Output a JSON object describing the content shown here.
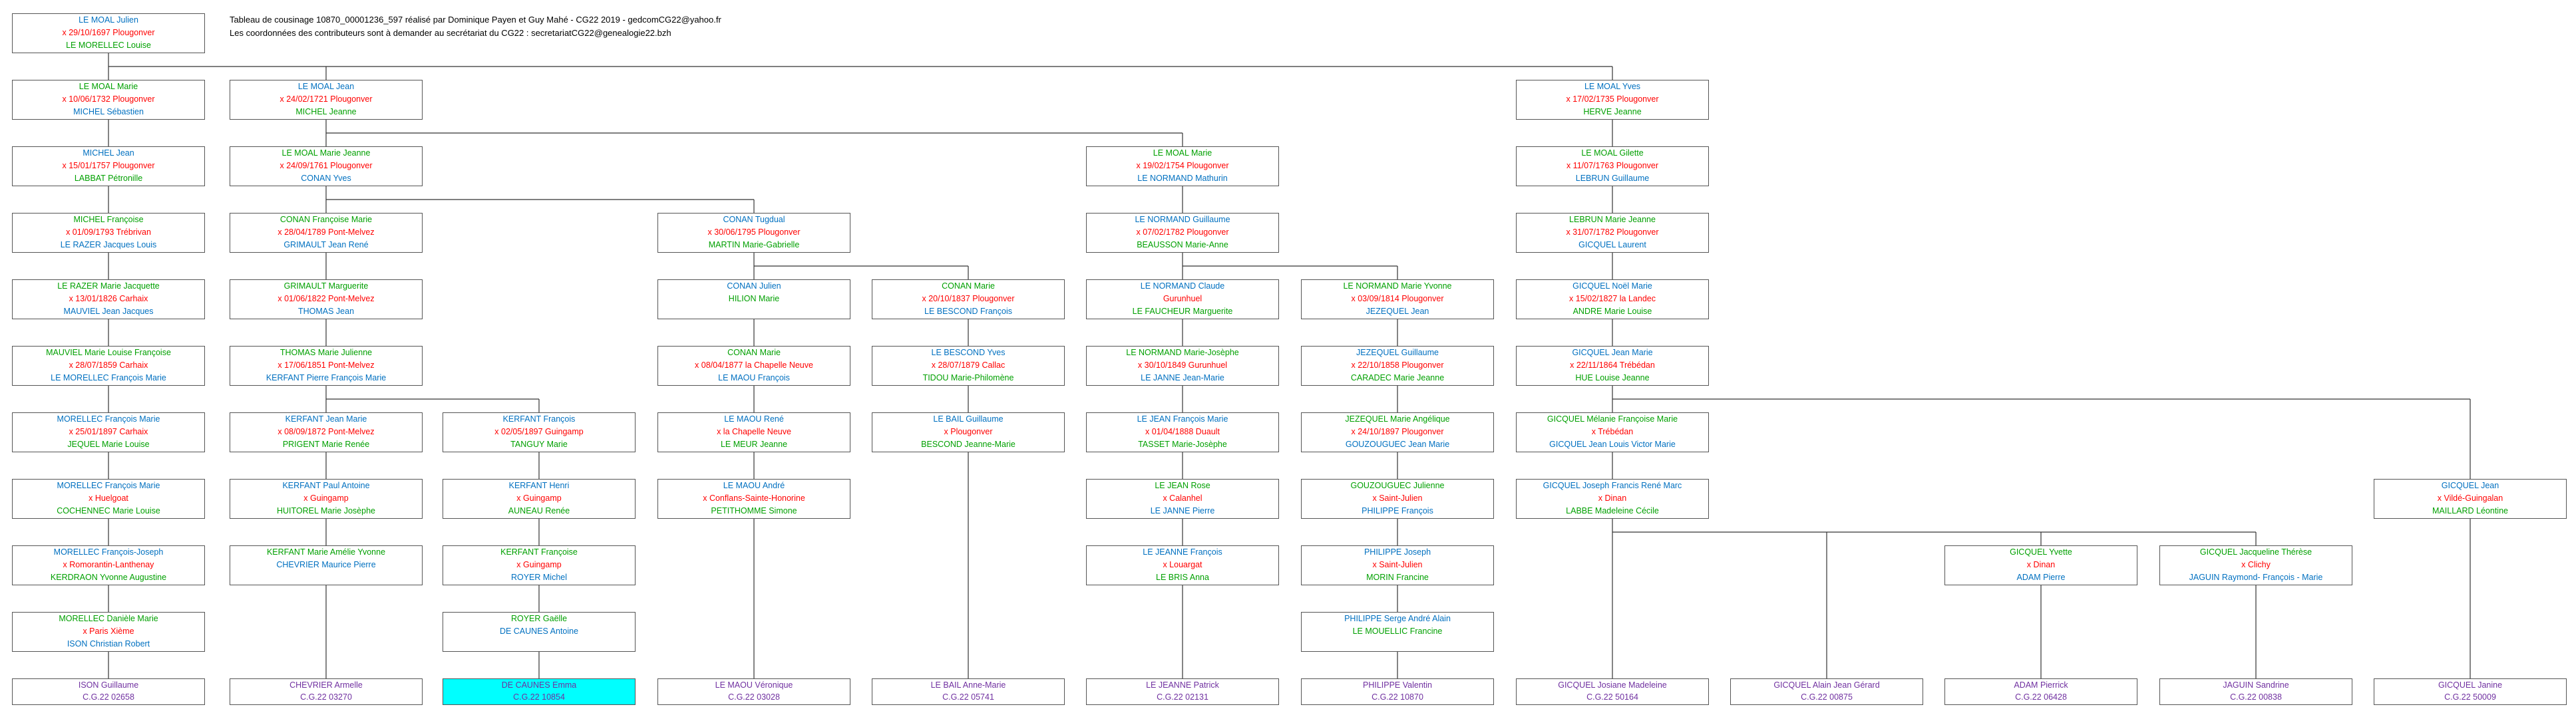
{
  "header": {
    "line1": "Tableau de cousinage 10870_00001236_597 réalisé par Dominique Payen et Guy Mahé - CG22 2019 - gedcomCG22@yahoo.fr",
    "line2": "Les coordonnées des contributeurs sont à demander au secrétariat du CG22 :  secretariatCG22@genealogie22.bzh"
  },
  "colors": {
    "male": "#0070c0",
    "female": "#00a000",
    "date": "#ff0000",
    "descendant": "#7030a0",
    "highlight": "#00ffff"
  },
  "boxes": [
    {
      "id": "b1",
      "a": "LE MOAL Julien",
      "ac": "m",
      "b": "x 29/10/1697 Plougonver",
      "c": "LE MORELLEC Louise",
      "cc": "f"
    },
    {
      "id": "b2",
      "a": "LE MOAL Marie",
      "ac": "f",
      "b": "x 10/06/1732 Plougonver",
      "c": "MICHEL Sébastien",
      "cc": "m"
    },
    {
      "id": "b3",
      "a": "LE MOAL Jean",
      "ac": "m",
      "b": "x 24/02/1721 Plougonver",
      "c": "MICHEL Jeanne",
      "cc": "f"
    },
    {
      "id": "b4",
      "a": "LE MOAL Yves",
      "ac": "m",
      "b": "x 17/02/1735 Plougonver",
      "c": "HERVE Jeanne",
      "cc": "f"
    },
    {
      "id": "b5",
      "a": "MICHEL Jean",
      "ac": "m",
      "b": "x 15/01/1757 Plougonver",
      "c": "LABBAT Pétronille",
      "cc": "f"
    },
    {
      "id": "b6",
      "a": "LE MOAL Marie Jeanne",
      "ac": "f",
      "b": "x 24/09/1761 Plougonver",
      "c": "CONAN Yves",
      "cc": "m"
    },
    {
      "id": "b7",
      "a": "LE MOAL Marie",
      "ac": "f",
      "b": "x 19/02/1754 Plougonver",
      "c": "LE NORMAND Mathurin",
      "cc": "m"
    },
    {
      "id": "b8",
      "a": "LE MOAL Gilette",
      "ac": "f",
      "b": "x 11/07/1763 Plougonver",
      "c": "LEBRUN Guillaume",
      "cc": "m"
    },
    {
      "id": "b9",
      "a": "MICHEL Françoise",
      "ac": "f",
      "b": "x 01/09/1793 Trébrivan",
      "c": "LE RAZER Jacques Louis",
      "cc": "m"
    },
    {
      "id": "b10",
      "a": "CONAN Françoise Marie",
      "ac": "f",
      "b": "x 28/04/1789 Pont-Melvez",
      "c": "GRIMAULT Jean René",
      "cc": "m"
    },
    {
      "id": "b11",
      "a": "CONAN Tugdual",
      "ac": "m",
      "b": "x 30/06/1795 Plougonver",
      "c": "MARTIN Marie-Gabrielle",
      "cc": "f"
    },
    {
      "id": "b12",
      "a": "LE NORMAND Guillaume",
      "ac": "m",
      "b": "x 07/02/1782 Plougonver",
      "c": "BEAUSSON Marie-Anne",
      "cc": "f"
    },
    {
      "id": "b13",
      "a": "LEBRUN Marie Jeanne",
      "ac": "f",
      "b": "x 31/07/1782 Plougonver",
      "c": "GICQUEL Laurent",
      "cc": "m"
    },
    {
      "id": "b14",
      "a": "LE RAZER Marie Jacquette",
      "ac": "f",
      "b": "x 13/01/1826 Carhaix",
      "c": "MAUVIEL Jean Jacques",
      "cc": "m"
    },
    {
      "id": "b15",
      "a": "GRIMAULT Marguerite",
      "ac": "f",
      "b": "x 01/06/1822 Pont-Melvez",
      "c": "THOMAS Jean",
      "cc": "m"
    },
    {
      "id": "b16",
      "a": "CONAN Julien",
      "ac": "m",
      "b": "",
      "c": "HILION Marie",
      "cc": "f"
    },
    {
      "id": "b17",
      "a": "CONAN Marie",
      "ac": "f",
      "b": "x 20/10/1837 Plougonver",
      "c": "LE BESCOND François",
      "cc": "m"
    },
    {
      "id": "b18",
      "a": "LE NORMAND Claude",
      "ac": "m",
      "b": "Gurunhuel",
      "c": "LE FAUCHEUR Marguerite",
      "cc": "f"
    },
    {
      "id": "b19",
      "a": "LE NORMAND Marie Yvonne",
      "ac": "f",
      "b": "x 03/09/1814 Plougonver",
      "c": "JEZEQUEL Jean",
      "cc": "m"
    },
    {
      "id": "b20",
      "a": "GICQUEL Noël Marie",
      "ac": "m",
      "b": "x 15/02/1827 la Landec",
      "c": "ANDRE Marie   Louise",
      "cc": "f"
    },
    {
      "id": "b21",
      "a": "MAUVIEL Marie Louise Françoise",
      "ac": "f",
      "b": "x 28/07/1859 Carhaix",
      "c": "LE MORELLEC François Marie",
      "cc": "m"
    },
    {
      "id": "b22",
      "a": "THOMAS Marie Julienne",
      "ac": "f",
      "b": "x 17/06/1851 Pont-Melvez",
      "c": "KERFANT Pierre François Marie",
      "cc": "m"
    },
    {
      "id": "b23",
      "a": "CONAN Marie",
      "ac": "f",
      "b": "x 08/04/1877 la Chapelle Neuve",
      "c": "LE MAOU François",
      "cc": "m"
    },
    {
      "id": "b24",
      "a": "LE BESCOND Yves",
      "ac": "m",
      "b": "x 28/07/1879 Callac",
      "c": "TIDOU Marie-Philomène",
      "cc": "f"
    },
    {
      "id": "b25",
      "a": "LE NORMAND Marie-Josèphe",
      "ac": "f",
      "b": "x 30/10/1849 Gurunhuel",
      "c": "LE JANNE Jean-Marie",
      "cc": "m"
    },
    {
      "id": "b26",
      "a": "JEZEQUEL Guillaume",
      "ac": "m",
      "b": "x 22/10/1858 Plougonver",
      "c": "CARADEC Marie Jeanne",
      "cc": "f"
    },
    {
      "id": "b27",
      "a": "GICQUEL Jean Marie",
      "ac": "m",
      "b": "x 22/11/1864 Trébédan",
      "c": "HUE Louise Jeanne",
      "cc": "f"
    },
    {
      "id": "b28",
      "a": "MORELLEC François Marie",
      "ac": "m",
      "b": "x 25/01/1897 Carhaix",
      "c": "JEQUEL Marie Louise",
      "cc": "f"
    },
    {
      "id": "b29",
      "a": "KERFANT Jean Marie",
      "ac": "m",
      "b": "x 08/09/1872 Pont-Melvez",
      "c": "PRIGENT Marie Renée",
      "cc": "f"
    },
    {
      "id": "b30",
      "a": "KERFANT François",
      "ac": "m",
      "b": "x 02/05/1897 Guingamp",
      "c": "TANGUY Marie",
      "cc": "f"
    },
    {
      "id": "b31",
      "a": "LE MAOU René",
      "ac": "m",
      "b": "x       la Chapelle Neuve",
      "c": "LE MEUR Jeanne",
      "cc": "f"
    },
    {
      "id": "b32",
      "a": "LE BAIL Guillaume",
      "ac": "m",
      "b": "x       Plougonver",
      "c": "BESCOND Jeanne-Marie",
      "cc": "f"
    },
    {
      "id": "b33",
      "a": "LE JEAN François Marie",
      "ac": "m",
      "b": "x 01/04/1888 Duault",
      "c": "TASSET Marie-Josèphe",
      "cc": "f"
    },
    {
      "id": "b34",
      "a": "JEZEQUEL Marie Angélique",
      "ac": "f",
      "b": "x 24/10/1897 Plougonver",
      "c": "GOUZOUGUEC Jean Marie",
      "cc": "m"
    },
    {
      "id": "b35",
      "a": "GICQUEL Mélanie Françoise Marie",
      "ac": "f",
      "b": "x         Trébédan",
      "c": "GICQUEL Jean Louis Victor Marie",
      "cc": "m"
    },
    {
      "id": "b36",
      "a": "MORELLEC François Marie",
      "ac": "m",
      "b": "x        Huelgoat",
      "c": "COCHENNEC Marie Louise",
      "cc": "f"
    },
    {
      "id": "b37",
      "a": "KERFANT Paul Antoine",
      "ac": "m",
      "b": "x         Guingamp",
      "c": "HUITOREL Marie Josèphe",
      "cc": "f"
    },
    {
      "id": "b38",
      "a": "KERFANT Henri",
      "ac": "m",
      "b": "x         Guingamp",
      "c": "AUNEAU Renée",
      "cc": "f"
    },
    {
      "id": "b39",
      "a": "LE MAOU André",
      "ac": "m",
      "b": "x       Conflans-Sainte-Honorine",
      "c": "PETITHOMME Simone",
      "cc": "f"
    },
    {
      "id": "b40",
      "a": "LE JEAN Rose",
      "ac": "f",
      "b": "x          Calanhel",
      "c": "LE JANNE Pierre",
      "cc": "m"
    },
    {
      "id": "b41",
      "a": "GOUZOUGUEC Julienne",
      "ac": "f",
      "b": "x         Saint-Julien",
      "c": "PHILIPPE François",
      "cc": "m"
    },
    {
      "id": "b42",
      "a": "GICQUEL Joseph Francis René Marc",
      "ac": "m",
      "b": "x           Dinan",
      "c": "LABBE Madeleine Cécile",
      "cc": "f"
    },
    {
      "id": "b43",
      "a": "GICQUEL Jean",
      "ac": "m",
      "b": "x          Vildé-Guingalan",
      "c": "MAILLARD Léontine",
      "cc": "f"
    },
    {
      "id": "b44",
      "a": "MORELLEC François-Joseph",
      "ac": "m",
      "b": "x      Romorantin-Lanthenay",
      "c": "KERDRAON Yvonne Augustine",
      "cc": "f"
    },
    {
      "id": "b45",
      "a": "KERFANT Marie Amélie Yvonne",
      "ac": "f",
      "b": "",
      "c": "CHEVRIER Maurice Pierre",
      "cc": "m"
    },
    {
      "id": "b46",
      "a": "KERFANT Françoise",
      "ac": "f",
      "b": "x         Guingamp",
      "c": "ROYER Michel",
      "cc": "m"
    },
    {
      "id": "b47",
      "a": "LE JEANNE François",
      "ac": "m",
      "b": "x          Louargat",
      "c": "LE BRIS Anna",
      "cc": "f"
    },
    {
      "id": "b48",
      "a": "PHILIPPE Joseph",
      "ac": "m",
      "b": "x         Saint-Julien",
      "c": "MORIN Francine",
      "cc": "f"
    },
    {
      "id": "b49",
      "a": "GICQUEL Yvette",
      "ac": "f",
      "b": "x           Dinan",
      "c": "ADAM Pierre",
      "cc": "m"
    },
    {
      "id": "b50",
      "a": "GICQUEL Jacqueline Thérèse",
      "ac": "f",
      "b": "x           Clichy",
      "c": "JAGUIN Raymond- François - Marie",
      "cc": "m"
    },
    {
      "id": "b51",
      "a": "MORELLEC Danièle Marie",
      "ac": "f",
      "b": "x         Paris Xième",
      "c": "ISON Christian Robert",
      "cc": "m"
    },
    {
      "id": "b52",
      "a": "ROYER Gaëlle",
      "ac": "f",
      "b": "",
      "c": "DE CAUNES Antoine",
      "cc": "m"
    },
    {
      "id": "b53",
      "a": "PHILIPPE Serge André Alain",
      "ac": "m",
      "b": "",
      "c": "LE MOUELLIC Francine",
      "cc": "f"
    }
  ],
  "leaves": [
    {
      "id": "c1",
      "name": "ISON Guillaume",
      "code": "C.G.22 02658"
    },
    {
      "id": "c2",
      "name": "CHEVRIER Armelle",
      "code": "C.G.22 03270"
    },
    {
      "id": "c3",
      "name": "DE CAUNES Emma",
      "code": "C.G.22 10854"
    },
    {
      "id": "c4",
      "name": "LE MAOU Véronique",
      "code": "C.G.22 03028"
    },
    {
      "id": "c5",
      "name": "LE BAIL Anne-Marie",
      "code": "C.G.22 05741"
    },
    {
      "id": "c6",
      "name": "LE JEANNE Patrick",
      "code": "C.G.22 02131"
    },
    {
      "id": "c7",
      "name": "PHILIPPE Valentin",
      "code": "C.G.22 10870"
    },
    {
      "id": "c8",
      "name": "GICQUEL Josiane Madeleine",
      "code": "C.G.22 50164"
    },
    {
      "id": "c9",
      "name": "GICQUEL Alain Jean Gérard",
      "code": "C.G.22 00875"
    },
    {
      "id": "c10",
      "name": "ADAM Pierrick",
      "code": "C.G.22 06428"
    },
    {
      "id": "c11",
      "name": "JAGUIN Sandrine",
      "code": "C.G.22 00838"
    },
    {
      "id": "c12",
      "name": "GICQUEL Janine",
      "code": "C.G.22 50009"
    }
  ]
}
